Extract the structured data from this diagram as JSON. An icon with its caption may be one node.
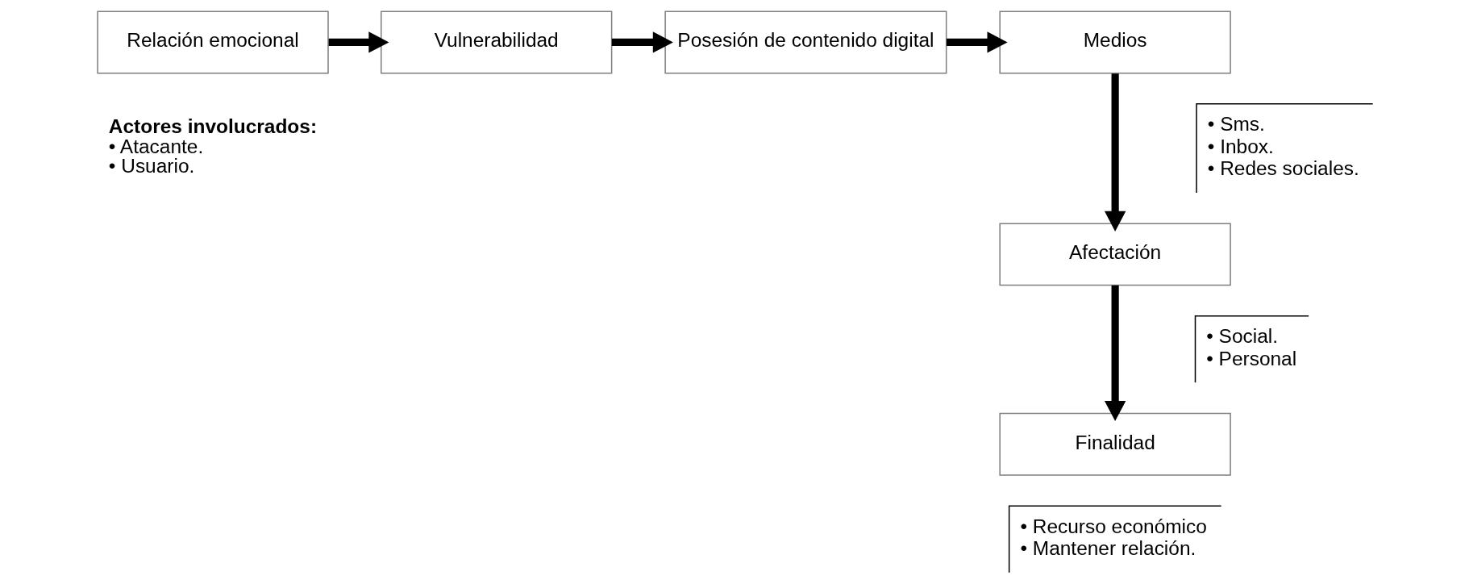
{
  "diagram": {
    "nodes": [
      {
        "text": [
          "Relación emocional"
        ]
      },
      {
        "text": [
          "Vulnerabilidad"
        ]
      },
      {
        "text": [
          "Posesión de contenido digital"
        ]
      },
      {
        "text": [
          "Medios"
        ],
        "beside": [
          "• Sms.",
          "• Inbox.",
          "• Redes sociales."
        ]
      },
      {
        "text": [
          "Afectación"
        ],
        "beside": [
          "• Social.",
          "• Personal"
        ]
      },
      {
        "text": [
          "Finalidad"
        ],
        "beside": [
          "• Recurso económico",
          "• Mantener relación."
        ]
      }
    ],
    "edges": [
      {
        "from": 0,
        "to": 1,
        "arrow": "to"
      },
      {
        "from": 1,
        "to": 2,
        "arrow": "to"
      },
      {
        "from": 2,
        "to": 3,
        "arrow": "to"
      },
      {
        "from": 3,
        "to": 4,
        "arrow": "to"
      },
      {
        "from": 4,
        "to": 5,
        "arrow": "to"
      }
    ],
    "labels": [
      "Actores involucrados:",
      "• Atacante.",
      "• Usuario."
    ]
  }
}
